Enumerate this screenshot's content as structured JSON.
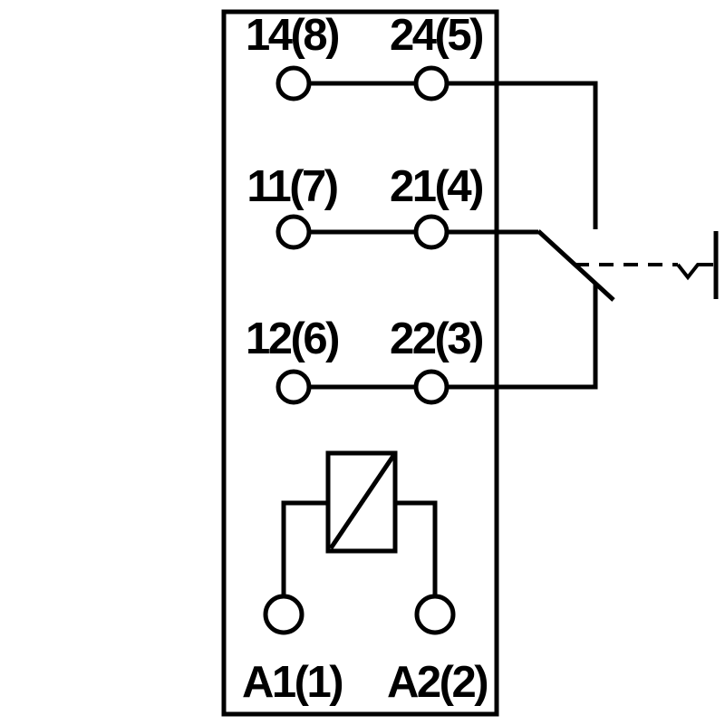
{
  "diagram": {
    "type": "relay-contact-wiring-schematic",
    "background_color": "#ffffff",
    "line_color": "#000000",
    "terminals": {
      "no_left": "14(8)",
      "no_right": "24(5)",
      "common_left": "11(7)",
      "common_right": "21(4)",
      "nc_left": "12(6)",
      "nc_right": "22(3)",
      "coil_left": "A1(1)",
      "coil_right": "A2(2)"
    }
  }
}
